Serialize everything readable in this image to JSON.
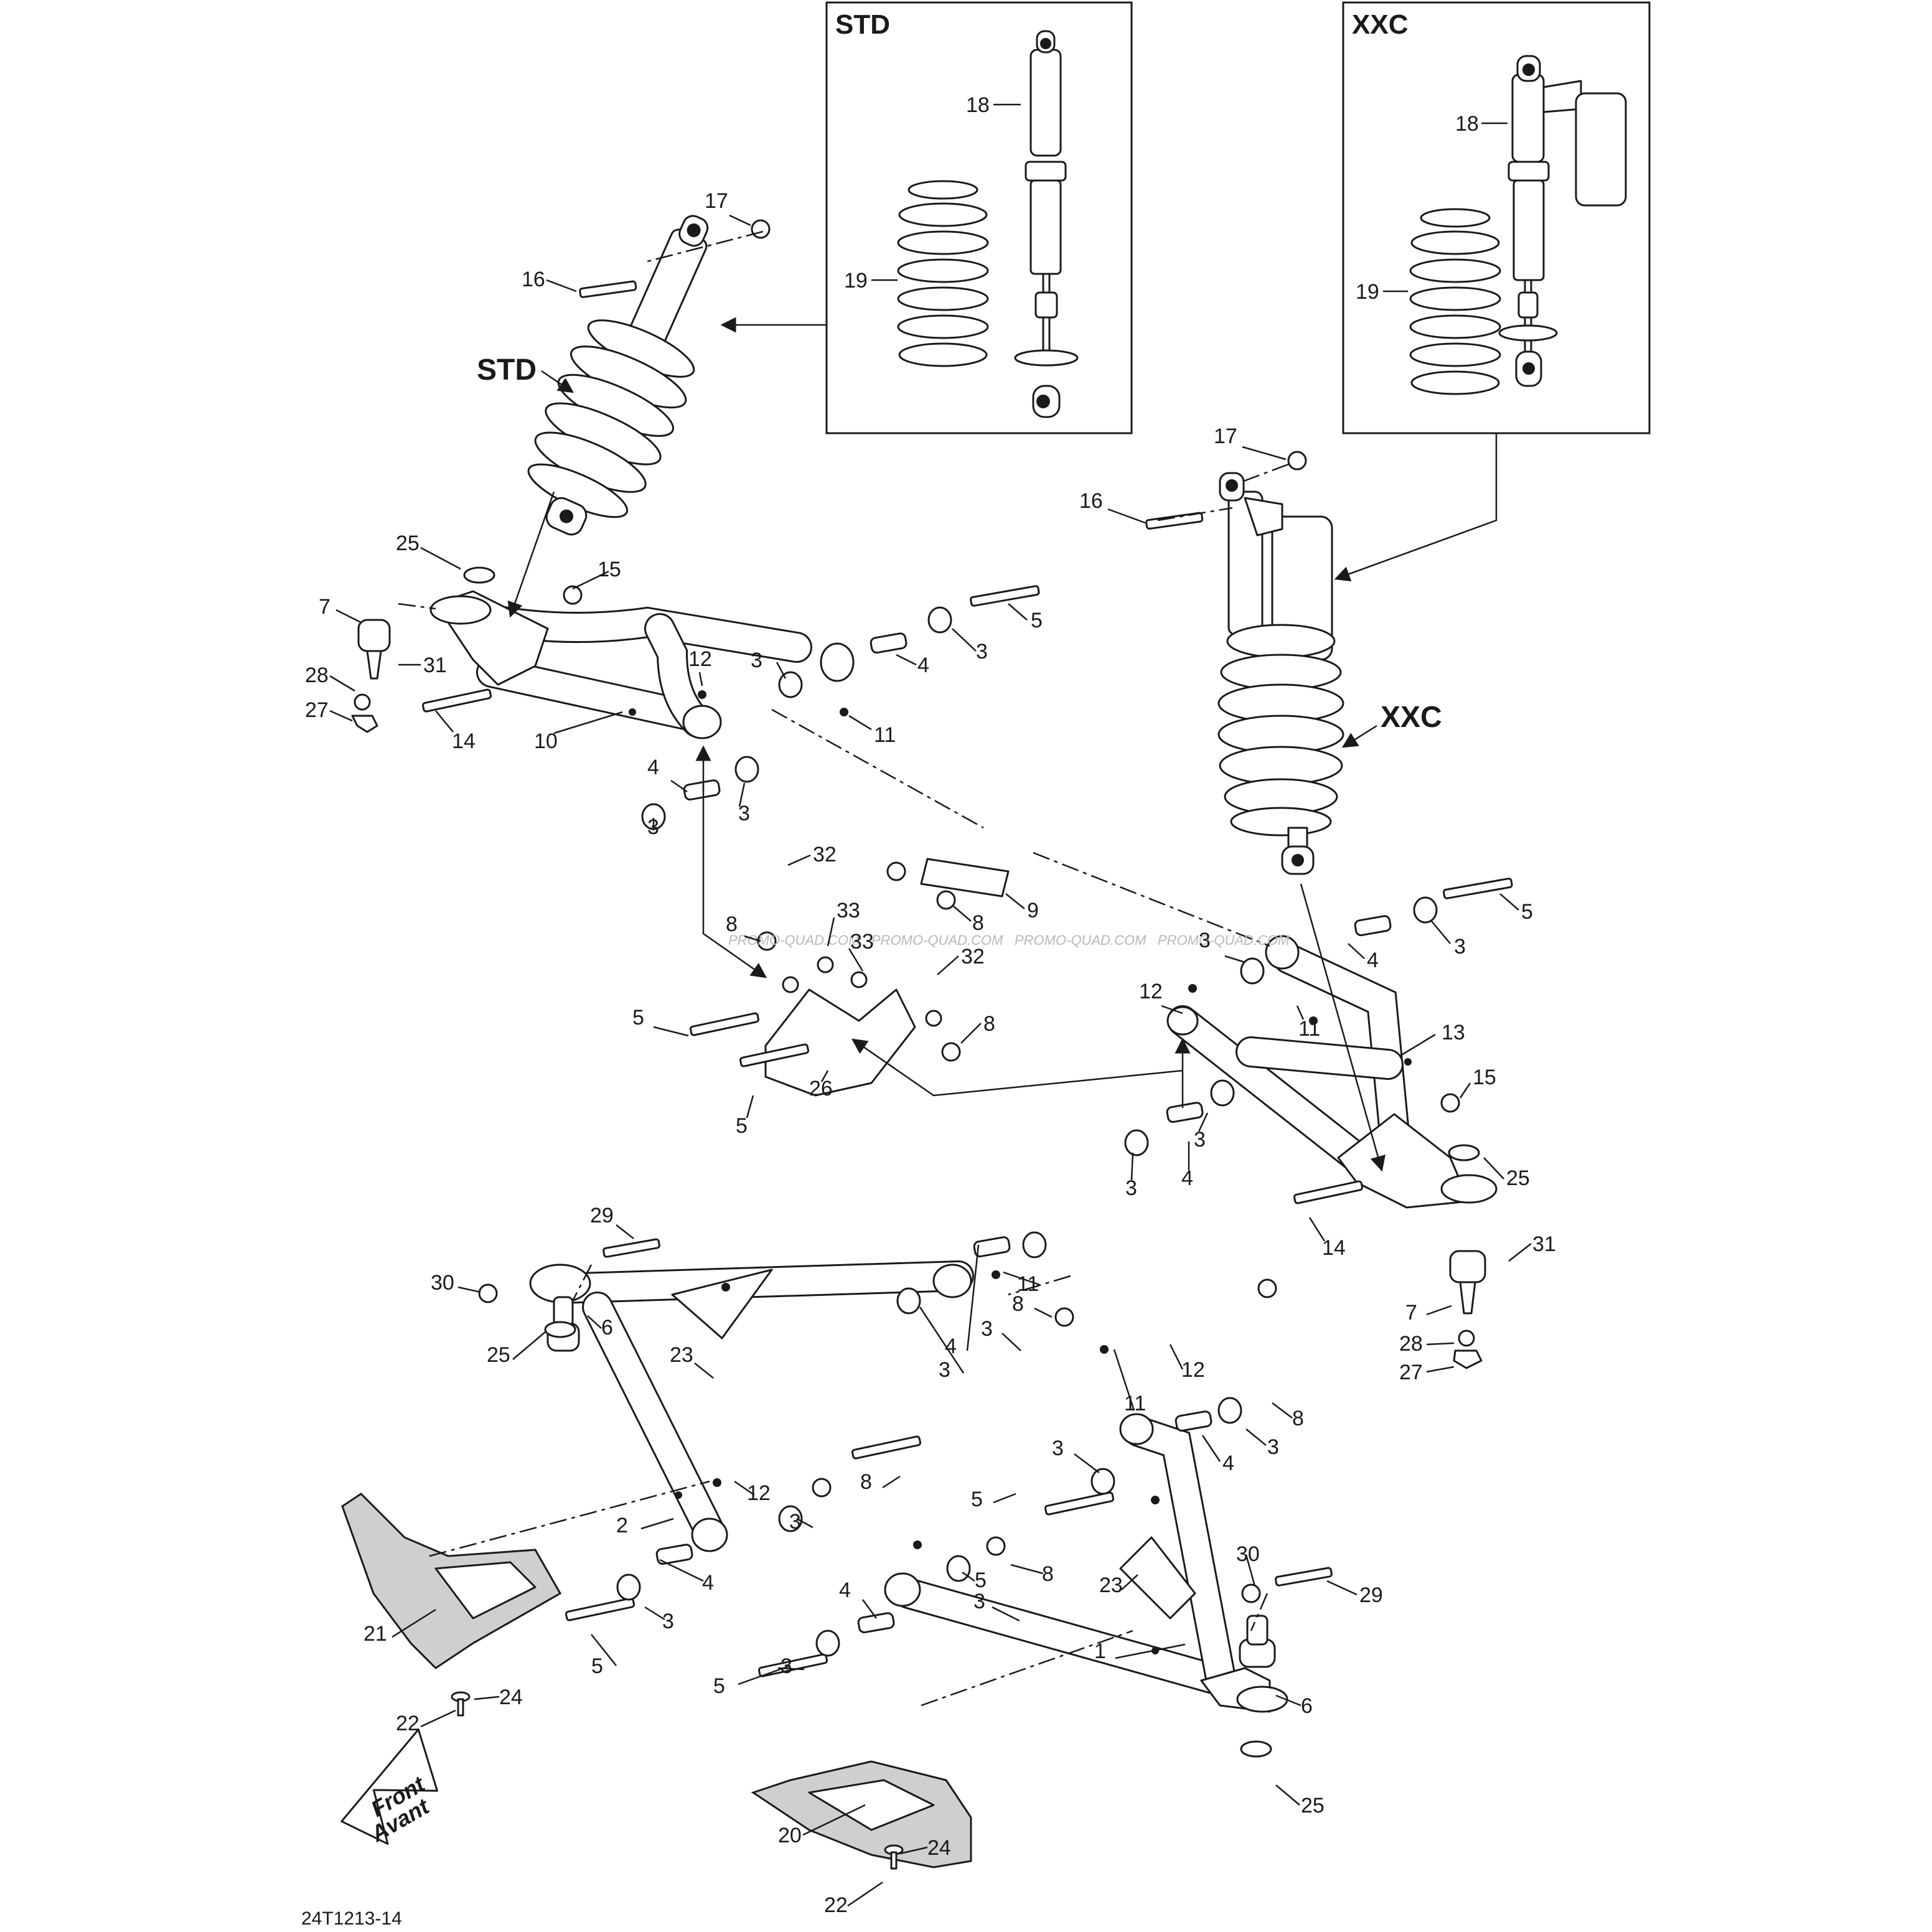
{
  "diagram_code": "24T1213-14",
  "watermark": "PROMO-QUAD.COM",
  "front_label": [
    "Front",
    "Avant"
  ],
  "detail_boxes": [
    {
      "id": "std",
      "title": "STD",
      "callouts": [
        "18",
        "19"
      ]
    },
    {
      "id": "xxc",
      "title": "XXC",
      "callouts": [
        "18",
        "19"
      ]
    }
  ],
  "variant_labels": {
    "std": "STD",
    "xxc": "XXC"
  },
  "callouts": [
    {
      "label": "17"
    },
    {
      "label": "16"
    },
    {
      "label": "25"
    },
    {
      "label": "15"
    },
    {
      "label": "7"
    },
    {
      "label": "5"
    },
    {
      "label": "3"
    },
    {
      "label": "31"
    },
    {
      "label": "28"
    },
    {
      "label": "27"
    },
    {
      "label": "12"
    },
    {
      "label": "3"
    },
    {
      "label": "4"
    },
    {
      "label": "14"
    },
    {
      "label": "10"
    },
    {
      "label": "11"
    },
    {
      "label": "4"
    },
    {
      "label": "3"
    },
    {
      "label": "3"
    },
    {
      "label": "17"
    },
    {
      "label": "16"
    },
    {
      "label": "32"
    },
    {
      "label": "9"
    },
    {
      "label": "8"
    },
    {
      "label": "8"
    },
    {
      "label": "33"
    },
    {
      "label": "33"
    },
    {
      "label": "32"
    },
    {
      "label": "5"
    },
    {
      "label": "8"
    },
    {
      "label": "26"
    },
    {
      "label": "5"
    },
    {
      "label": "12"
    },
    {
      "label": "3"
    },
    {
      "label": "5"
    },
    {
      "label": "4"
    },
    {
      "label": "3"
    },
    {
      "label": "11"
    },
    {
      "label": "13"
    },
    {
      "label": "15"
    },
    {
      "label": "3"
    },
    {
      "label": "4"
    },
    {
      "label": "3"
    },
    {
      "label": "25"
    },
    {
      "label": "14"
    },
    {
      "label": "31"
    },
    {
      "label": "7"
    },
    {
      "label": "28"
    },
    {
      "label": "27"
    },
    {
      "label": "29"
    },
    {
      "label": "30"
    },
    {
      "label": "6"
    },
    {
      "label": "8"
    },
    {
      "label": "3"
    },
    {
      "label": "23"
    },
    {
      "label": "4"
    },
    {
      "label": "11"
    },
    {
      "label": "25"
    },
    {
      "label": "3"
    },
    {
      "label": "11"
    },
    {
      "label": "8"
    },
    {
      "label": "3"
    },
    {
      "label": "12"
    },
    {
      "label": "4"
    },
    {
      "label": "5"
    },
    {
      "label": "3"
    },
    {
      "label": "8"
    },
    {
      "label": "5"
    },
    {
      "label": "2"
    },
    {
      "label": "3"
    },
    {
      "label": "4"
    },
    {
      "label": "12"
    },
    {
      "label": "8"
    },
    {
      "label": "23"
    },
    {
      "label": "21"
    },
    {
      "label": "3"
    },
    {
      "label": "4"
    },
    {
      "label": "3"
    },
    {
      "label": "30"
    },
    {
      "label": "29"
    },
    {
      "label": "5"
    },
    {
      "label": "3"
    },
    {
      "label": "5"
    },
    {
      "label": "6"
    },
    {
      "label": "24"
    },
    {
      "label": "22"
    },
    {
      "label": "1"
    },
    {
      "label": "20"
    },
    {
      "label": "25"
    },
    {
      "label": "24"
    },
    {
      "label": "22"
    }
  ]
}
